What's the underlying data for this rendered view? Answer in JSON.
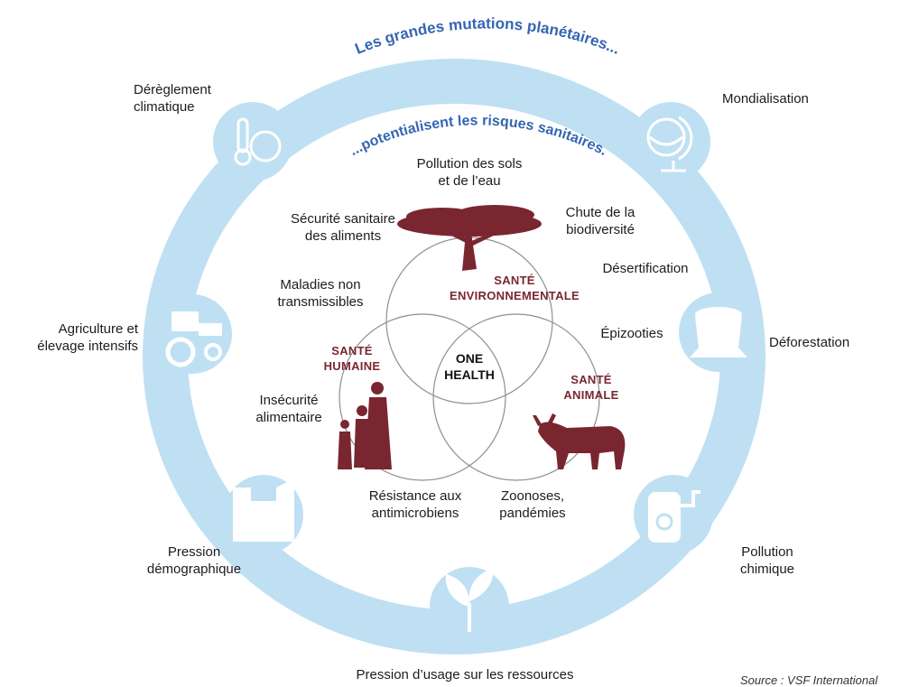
{
  "colors": {
    "ring": "#bfe0f3",
    "icon_disc": "#bfe0f3",
    "icon_white": "#ffffff",
    "title_blue": "#3565b3",
    "silhouette": "#7a2630",
    "circle_line": "#8f8f8f"
  },
  "titles": {
    "outer": "Les grandes mutations planétaires...",
    "inner": "...potentialisent les risques sanitaires."
  },
  "center": "ONE\nHEALTH",
  "domains": {
    "env": "SANTÉ\nENVIRONNEMENTALE",
    "human": "SANTÉ\nHUMAINE",
    "animal": "SANTÉ\nANIMALE"
  },
  "mutations": {
    "climate": "Dérèglement\nclimatique",
    "globalisation": "Mondialisation",
    "agriculture": "Agriculture et\nélevage intensifs",
    "deforestation": "Déforestation",
    "demography": "Pression\ndémographique",
    "chemical": "Pollution\nchimique",
    "resources": "Pression d’usage sur les ressources"
  },
  "risks": {
    "pollution_soil": "Pollution des sols\net de l’eau",
    "biodiversity": "Chute de la\nbiodiversité",
    "food_safety": "Sécurité sanitaire\ndes aliments",
    "desertification": "Désertification",
    "ncd": "Maladies non\ntransmissibles",
    "epizootics": "Épizooties",
    "food_insecurity": "Insécurité\nalimentaire",
    "amr": "Résistance aux\nantimicrobiens",
    "zoonoses": "Zoonoses,\npandémies"
  },
  "icons": {
    "climate": "thermometer-globe-icon",
    "globalisation": "globe-icon",
    "agriculture": "tractor-icon",
    "deforestation": "tree-stump-icon",
    "demography": "buildings-icon",
    "chemical": "sprayer-icon",
    "resources": "sprout-icon"
  },
  "source": "Source : VSF International"
}
